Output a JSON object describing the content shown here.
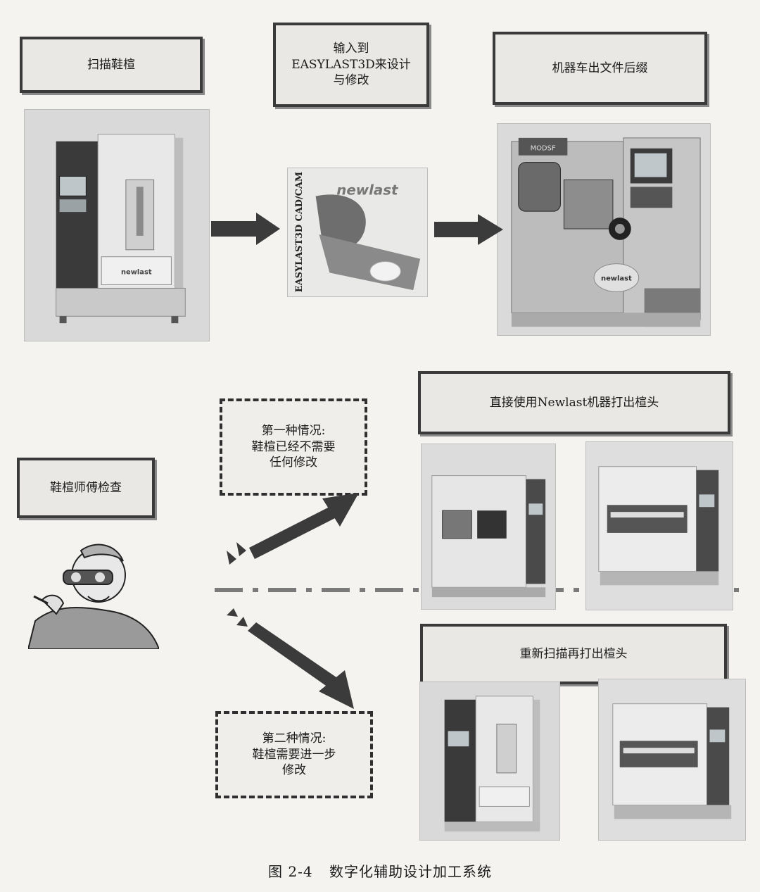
{
  "boxes": {
    "scan_last": "扫描鞋楦",
    "input_line1": "输入到",
    "input_line2": "EASYLAST3D来设计",
    "input_line3": "与修改",
    "machine_output": "机器车出文件后缀",
    "inspect": "鞋楦师傅检查",
    "direct_print": "直接使用Newlast机器打出楦头",
    "case1_line1": "第一种情况:",
    "case1_line2": "鞋楦已经不需要",
    "case1_line3": "任何修改",
    "case2_line1": "第二种情况:",
    "case2_line2": "鞋楦需要进一步",
    "case2_line3": "修改",
    "rescan_print": "重新扫描再打出楦头"
  },
  "software": {
    "brand": "newlast",
    "vertical_text": "EASYLAST3D CAD/CAM"
  },
  "machine_logo": "newlast",
  "caption": {
    "number": "图 2-4",
    "title": "数字化辅助设计加工系统"
  }
}
